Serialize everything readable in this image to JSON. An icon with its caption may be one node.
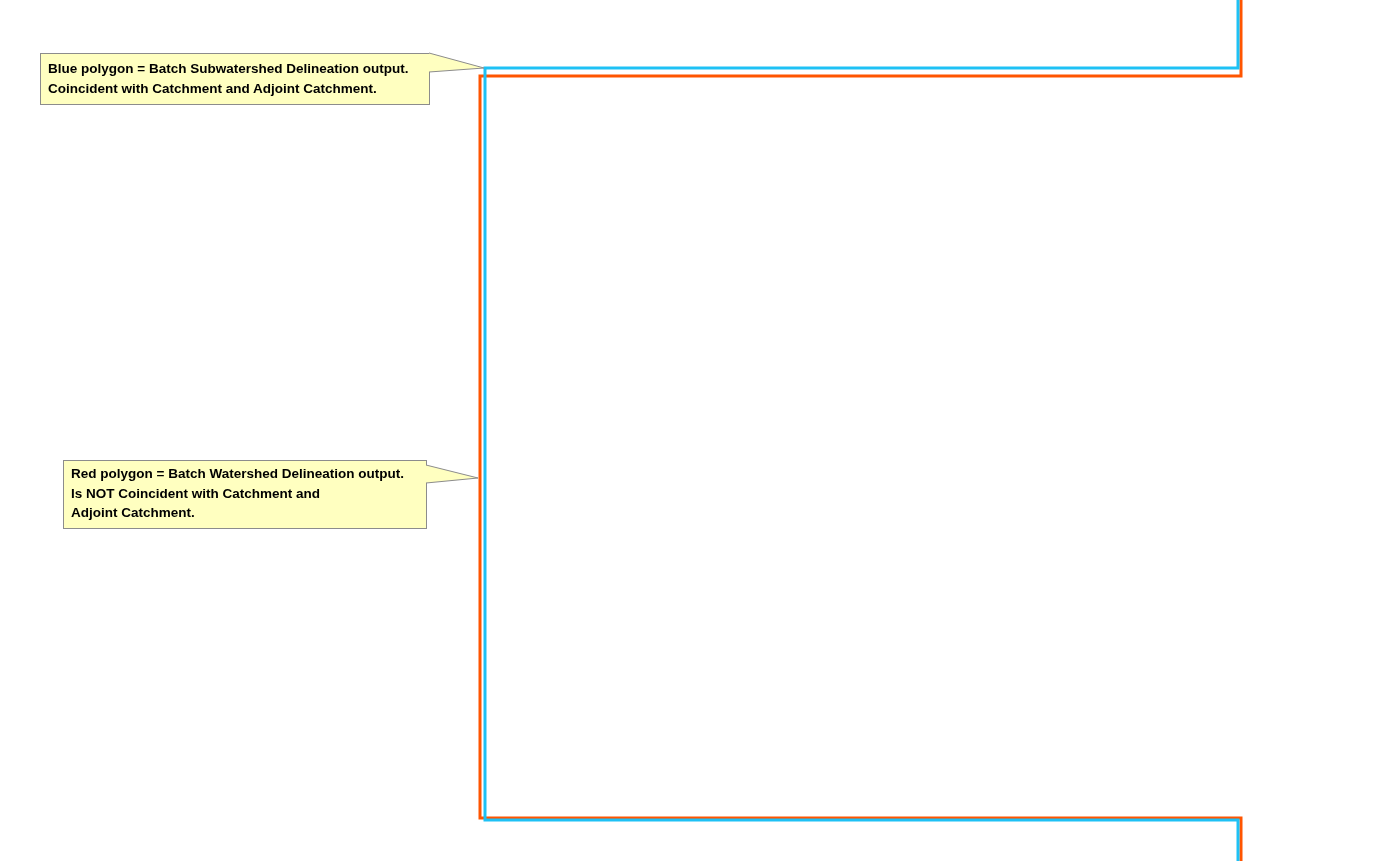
{
  "diagram": {
    "nodes": [
      {
        "text": [
          "Blue polygon = Batch Subwatershed Delineation output.",
          "Coincident with Catchment and Adjoint Catchment."
        ]
      },
      {
        "text": [
          "Red polygon = Batch Watershed Delineation output.",
          "Is NOT Coincident with Catchment and Adjoint Catchment."
        ]
      },
      {
        "text": [],
        "shape": "polygon"
      },
      {
        "text": [],
        "shape": "polygon"
      }
    ],
    "edges": [
      {
        "from": 0,
        "to": 2,
        "arrow": "none"
      },
      {
        "from": 1,
        "to": 3,
        "arrow": "none"
      }
    ]
  }
}
